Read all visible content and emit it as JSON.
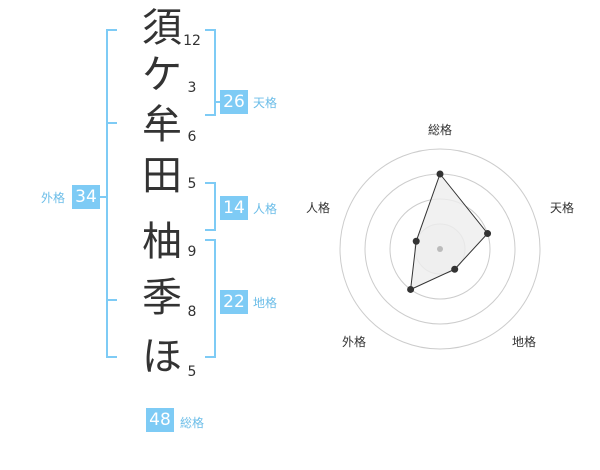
{
  "name": {
    "characters": [
      {
        "char": "須",
        "strokes": "12"
      },
      {
        "char": "ケ",
        "strokes": "3"
      },
      {
        "char": "牟",
        "strokes": "6"
      },
      {
        "char": "田",
        "strokes": "5"
      },
      {
        "char": "柚",
        "strokes": "9"
      },
      {
        "char": "季",
        "strokes": "8"
      },
      {
        "char": "ほ",
        "strokes": "5"
      }
    ]
  },
  "fortunes": {
    "tenkaku": {
      "value": "26",
      "label": "天格"
    },
    "jinkaku": {
      "value": "14",
      "label": "人格"
    },
    "chikaku": {
      "value": "22",
      "label": "地格"
    },
    "gaikaku": {
      "value": "34",
      "label": "外格"
    },
    "soukaku": {
      "value": "48",
      "label": "総格"
    }
  },
  "colors": {
    "accent": "#7ecbf5",
    "accent_text": "#6bbde8",
    "text": "#333333",
    "ring": "#cccccc",
    "polygon_fill": "#eeeeee"
  },
  "chart_data": {
    "type": "radar",
    "axes": [
      "総格",
      "天格",
      "地格",
      "外格",
      "人格"
    ],
    "rings": 4,
    "values": [
      3,
      2,
      1,
      2,
      1
    ],
    "max": 4
  }
}
